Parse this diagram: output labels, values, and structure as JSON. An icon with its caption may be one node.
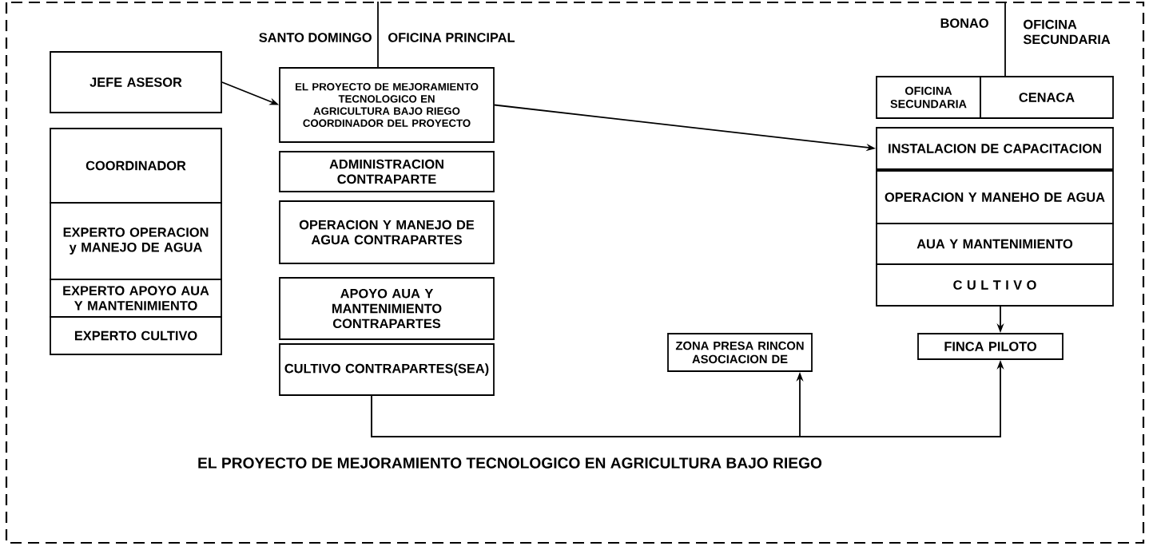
{
  "diagram": {
    "title": "EL PROYECTO DE MEJORAMIENTO TECNOLOGICO EN AGRICULTURA BAJO RIEGO",
    "nodes": [
      {
        "text": [
          "JEFE ASESOR"
        ]
      },
      {
        "text": [
          "COORDINADOR"
        ]
      },
      {
        "text": [
          "EXPERTO OPERACION y MANEJO DE AGUA"
        ]
      },
      {
        "text": [
          "EXPERTO APOYO AUA Y MANTENIMIENTO"
        ]
      },
      {
        "text": [
          "EXPERTO CULTIVO"
        ]
      },
      {
        "text": [
          "EL PROYECTO DE MEJORAMIENTO TECNOLOGICO EN AGRICULTURA BAJO RIEGO",
          "COORDINADOR DEL PROYECTO"
        ]
      },
      {
        "text": [
          "ADMINISTRACION CONTRAPARTE"
        ]
      },
      {
        "text": [
          "OPERACION Y MANEJO DE AGUA CONTRAPARTES"
        ]
      },
      {
        "text": [
          "APOYO AUA Y MANTENIMIENTO CONTRAPARTES"
        ]
      },
      {
        "text": [
          "CULTIVO CONTRAPARTES(SEA)"
        ]
      },
      {
        "text": [
          "OFICINA SECUNDARIA"
        ]
      },
      {
        "text": [
          "CENACA"
        ]
      },
      {
        "text": [
          "INSTALACION DE CAPACITACION"
        ]
      },
      {
        "text": [
          "OPERACION Y MANEHO DE AGUA"
        ]
      },
      {
        "text": [
          "AUA Y MANTENIMIENTO"
        ]
      },
      {
        "text": [
          "C U L T I V O"
        ]
      },
      {
        "text": [
          "ZONA PRESA RINCON ASOCIACION DE"
        ]
      },
      {
        "text": [
          "FINCA PILOTO"
        ]
      }
    ],
    "edges": [
      {
        "from": 0,
        "to": 5,
        "arrow": "to"
      },
      {
        "from": 5,
        "to": 12,
        "arrow": "to"
      },
      {
        "from": 15,
        "to": 17,
        "arrow": "to"
      },
      {
        "from": 9,
        "to": 16,
        "arrow": "to"
      },
      {
        "from": 9,
        "to": 17,
        "arrow": "to"
      },
      {
        "from": null,
        "to": 5,
        "arrow": "none"
      },
      {
        "from": null,
        "to": 11,
        "arrow": "none"
      }
    ],
    "labels": [
      "SANTO DOMINGO",
      "OFICINA PRINCIPAL",
      "BONAO",
      "OFICINA SECUNDARIA"
    ]
  }
}
